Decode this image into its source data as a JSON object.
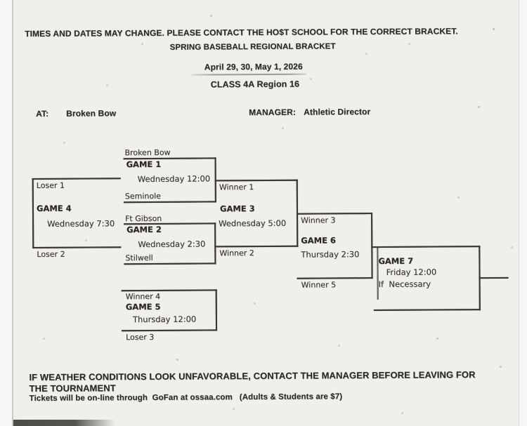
{
  "document": {
    "notice": "TIMES AND DATES MAY CHANGE. PLEASE CONTACT THE HO$T SCHOOL FOR THE CORRECT BRACKET.",
    "title": "SPRING BASEBALL REGIONAL BRACKET",
    "dates": "April 29, 30, May 1, 2026",
    "division": "CLASS 4A Region 16",
    "host": {
      "label": "AT:",
      "value": "Broken Bow"
    },
    "manager": {
      "label": "MANAGER:",
      "value": "Athletic Director"
    },
    "footer": {
      "weather_line1": "IF WEATHER CONDITIONS LOOK UNFAVORABLE, CONTACT THE MANAGER BEFORE LEAVING FOR",
      "weather_line2": "THE TOURNAMENT",
      "tickets": "Tickets will be on-line through  GoFan at ossaa.com   (Adults & Students are $7)"
    }
  },
  "bracket": {
    "games": [
      {
        "name": "GAME 1",
        "time": "Wednesday 12:00",
        "top_slot": "Broken Bow",
        "bottom_slot": "Seminole"
      },
      {
        "name": "GAME 2",
        "time": "Wednesday 2:30",
        "top_slot": "Ft Gibson",
        "bottom_slot": "Stilwell"
      },
      {
        "name": "GAME 3",
        "time": "Wednesday 5:00",
        "top_slot": "Winner 1",
        "bottom_slot": "Winner 2"
      },
      {
        "name": "GAME 4",
        "time": "Wednesday 7:30",
        "top_slot": "Loser 1",
        "bottom_slot": "Loser 2"
      },
      {
        "name": "GAME 5",
        "time": "Thursday 12:00",
        "top_slot": "Winner 4",
        "bottom_slot": "Loser 3"
      },
      {
        "name": "GAME 6",
        "time": "Thursday 2:30",
        "top_slot": "Winner 3",
        "bottom_slot": "Winner 5"
      },
      {
        "name": "GAME 7",
        "time": "Friday 12:00",
        "note": "If  Necessary"
      }
    ]
  },
  "colors": {
    "ink": "#2e2c29",
    "line": "#3a3733",
    "paper": "#f1efeb",
    "underline": "#827f7a"
  }
}
